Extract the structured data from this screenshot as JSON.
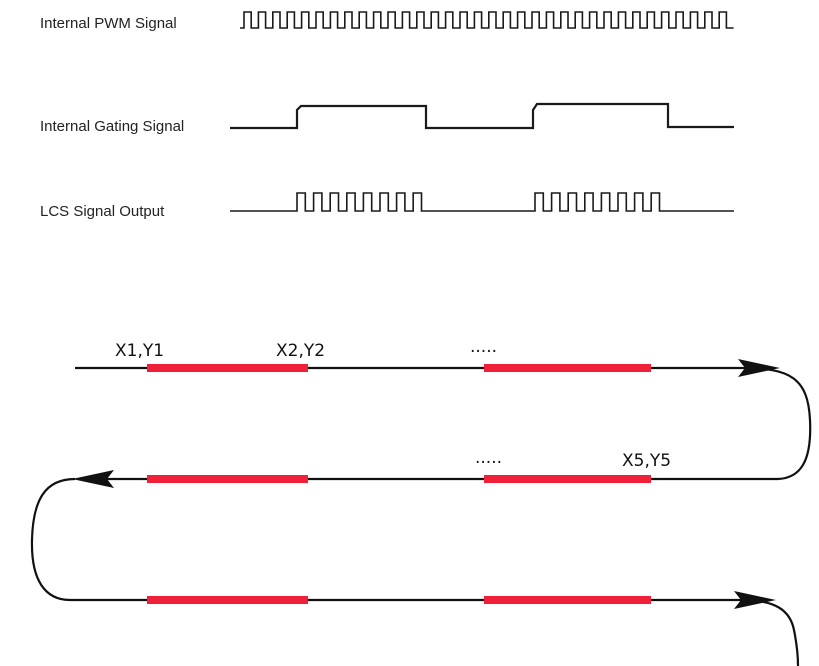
{
  "signals": {
    "pwm_label": "Internal PWM Signal",
    "gating_label": "Internal Gating Signal",
    "lcs_label": "LCS Signal Output"
  },
  "scan_path": {
    "row1": {
      "left_label": "X1,Y1",
      "mid_label": "X2,Y2",
      "right_label": "....."
    },
    "row2": {
      "left_label": ".....",
      "right_label": "X5,Y5"
    }
  },
  "colors": {
    "segment": "#f0203a",
    "line": "#111111"
  },
  "icons": [
    "arrow-right-icon",
    "arrow-left-icon"
  ]
}
